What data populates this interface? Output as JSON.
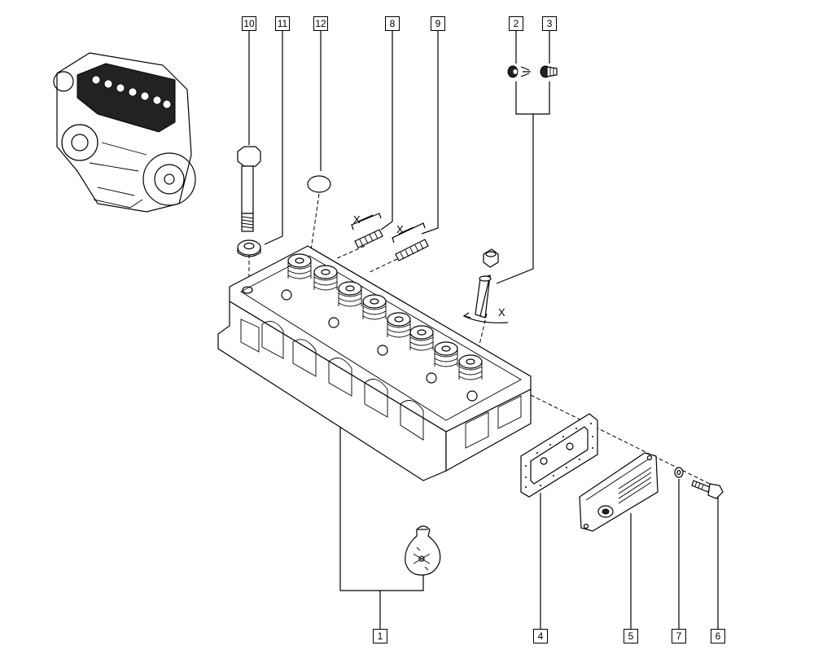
{
  "callouts": {
    "c1": "1",
    "c2": "2",
    "c3": "3",
    "c4": "4",
    "c5": "5",
    "c6": "6",
    "c7": "7",
    "c8": "8",
    "c9": "9",
    "c10": "10",
    "c11": "11",
    "c12": "12"
  },
  "dimension_labels": {
    "x_stud8": "X",
    "x_stud9": "X",
    "x_guide": "X"
  }
}
